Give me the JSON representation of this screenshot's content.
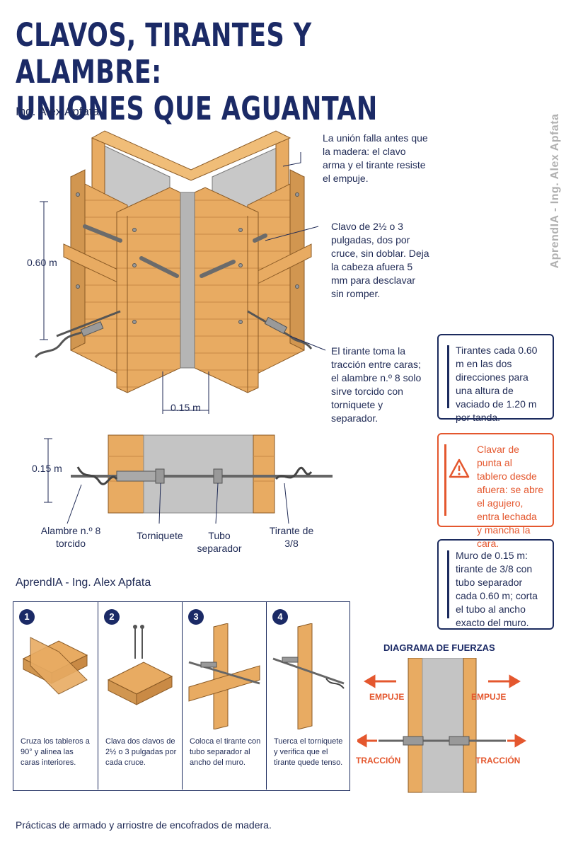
{
  "header": {
    "title_line1": "CLAVOS, TIRANTES Y ALAMBRE:",
    "title_line2": "UNIONES QUE AGUANTAN",
    "author": "Ing. Alex Apfata"
  },
  "watermark": "AprendIA - Ing. Alex Apfata",
  "callouts": {
    "union": "La unión falla antes que la madera: el clavo arma y el tirante resiste el empuje.",
    "clavo": "Clavo de 2½ o 3 pulgadas, dos por cruce, sin doblar. Deja la cabeza afuera 5 mm para desclavar sin romper.",
    "tirante": "El tirante toma la tracción entre caras; el alambre n.º 8 solo sirve torcido con torniquete y separador."
  },
  "dimensions": {
    "height": "0.60 m",
    "width": "0.15 m",
    "section": "0.15 m"
  },
  "section_labels": {
    "alambre": "Alambre n.º 8 torcido",
    "torniquete": "Torniquete",
    "tubo": "Tubo separador",
    "tirante": "Tirante de 3/8"
  },
  "info_boxes": {
    "tirantes": "Tirantes cada 0.60 m en las dos direcciones para una altura de vaciado de 1.20 m por tanda.",
    "warning": "Clavar de punta al tablero desde afuera: se abre el agujero, entra lechada y mancha la cara.",
    "muro": "Muro de 0.15 m: tirante de 3/8 con tubo separador cada 0.60 m; corta el tubo al ancho exacto del muro."
  },
  "brand": "AprendIA - Ing. Alex Apfata",
  "steps": [
    {
      "num": "1",
      "text": "Cruza los tableros a 90° y alinea las caras interiores."
    },
    {
      "num": "2",
      "text": "Clava dos clavos de 2½ o 3 pulgadas por cada cruce."
    },
    {
      "num": "3",
      "text": "Coloca el tirante con tubo separador al ancho del muro."
    },
    {
      "num": "4",
      "text": "Tuerca el torniquete y verifica que el tirante quede tenso."
    }
  ],
  "forces": {
    "title": "DIAGRAMA DE FUERZAS",
    "push_left": "EMPUJE",
    "push_right": "EMPUJE",
    "pull_left": "TRACCIÓN",
    "pull_right": "TRACCIÓN"
  },
  "footer": "Prácticas de armado y arriostre de encofrados de madera.",
  "colors": {
    "navy": "#1b2a66",
    "wood": "#e8ab62",
    "wood_dark": "#b87a34",
    "concrete": "#c4c4c4",
    "accent": "#e4572e"
  }
}
